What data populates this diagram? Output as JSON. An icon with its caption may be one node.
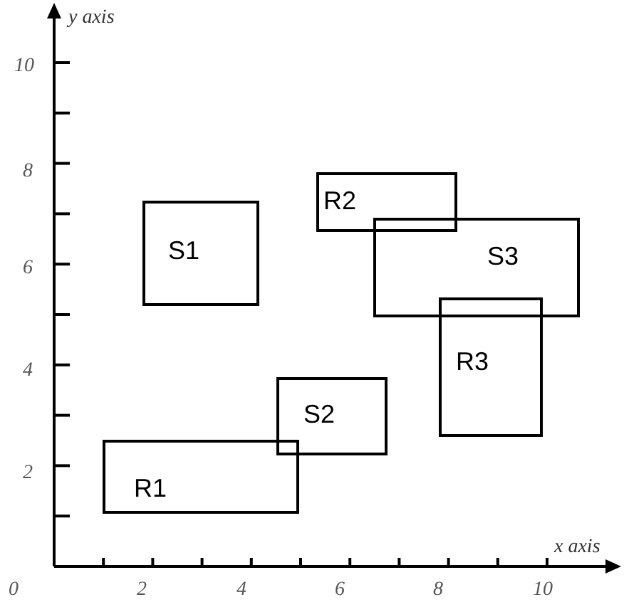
{
  "diagram": {
    "nodes": [
      {
        "text": [
          "S1"
        ]
      },
      {
        "text": [
          "R2"
        ]
      },
      {
        "text": [
          "S3"
        ]
      },
      {
        "text": [
          "R3"
        ]
      },
      {
        "text": [
          "S2"
        ]
      },
      {
        "text": [
          "R1"
        ]
      }
    ],
    "labels": [
      "y axis",
      "10",
      "8",
      "6",
      "4",
      "2",
      "x axis",
      "0",
      "2",
      "4",
      "6",
      "8",
      "10"
    ]
  }
}
